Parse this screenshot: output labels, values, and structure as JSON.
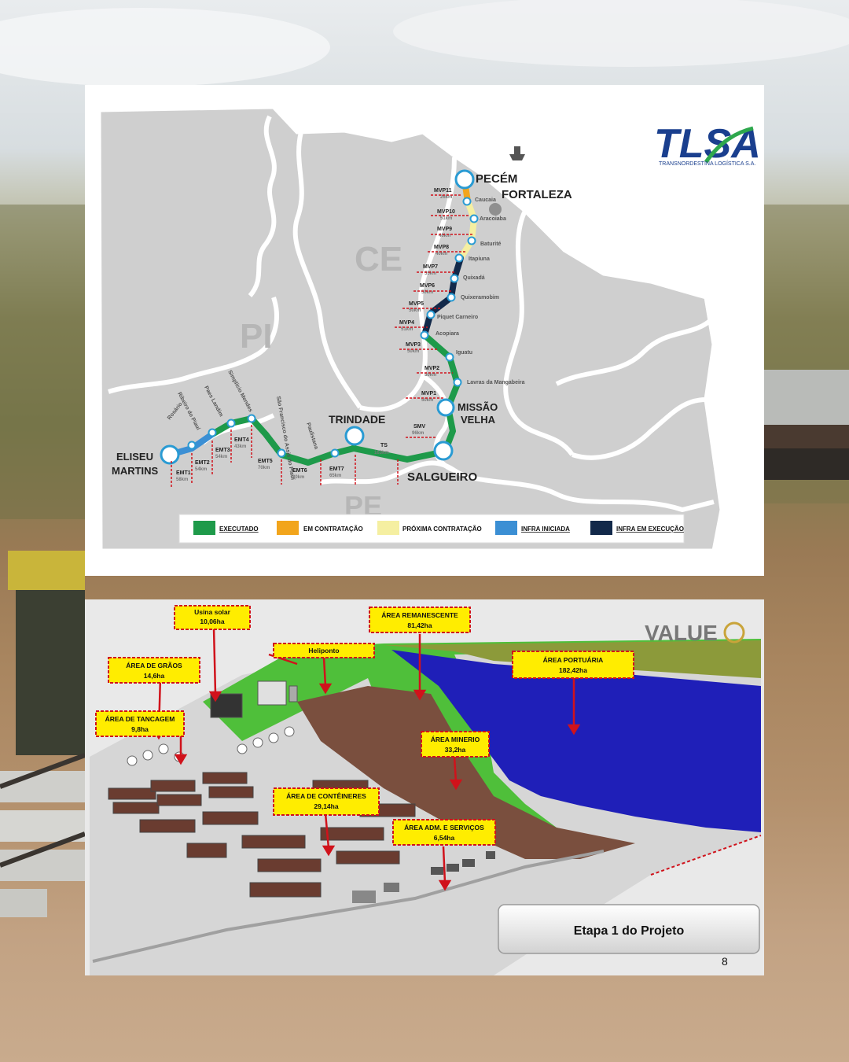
{
  "map": {
    "logo": {
      "text": "TLSA",
      "subtitle": "TRANSNORDESTINA LOGÍSTICA S.A."
    },
    "states": [
      "PI",
      "CE",
      "PE"
    ],
    "cities": {
      "pecem": "PECÉM",
      "fortaleza": "FORTALEZA",
      "trindade": "TRINDADE",
      "missao_velha_1": "MISSÃO",
      "missao_velha_2": "VELHA",
      "salgueiro": "SALGUEIRO",
      "eliseu_1": "ELISEU",
      "eliseu_2": "MARTINS"
    },
    "stations": {
      "caucaia": "Caucaia",
      "aracoiaba": "Aracoiaba",
      "baturite": "Baturité",
      "itapiuna": "Itapiuna",
      "quixada": "Quixadá",
      "quixeramobim": "Quixeramobim",
      "piquet": "Piquet Carneiro",
      "acopiara": "Acopiara",
      "iguatu": "Iguatu",
      "lavras": "Lavras da Mangabeira",
      "paulistana": "Paulistana",
      "sao_francisco": "São Francisco do Assis do Piauí",
      "simplicio": "Simplício Mendes",
      "paes_landim": "Paes Landim",
      "ribeiro": "Ribeiro do Piauí",
      "rosario": "Rosário"
    },
    "segments": [
      {
        "name": "MVP11",
        "km": "26km"
      },
      {
        "name": "MVP10",
        "km": "51km"
      },
      {
        "name": "MVP9",
        "km": "46km"
      },
      {
        "name": "MVP8",
        "km": "40km"
      },
      {
        "name": "MVP7",
        "km": "55km"
      },
      {
        "name": "MVP6",
        "km": "50km"
      },
      {
        "name": "MVP5",
        "km": "50km"
      },
      {
        "name": "MVP4",
        "km": "51km"
      },
      {
        "name": "MVP3",
        "km": "50km"
      },
      {
        "name": "MVP2",
        "km": "50km"
      },
      {
        "name": "MVP1",
        "km": "50km"
      },
      {
        "name": "SMV",
        "km": "96km"
      },
      {
        "name": "TS",
        "km": "163km"
      },
      {
        "name": "EMT7",
        "km": "65km"
      },
      {
        "name": "EMT6",
        "km": "80km"
      },
      {
        "name": "EMT5",
        "km": "70km"
      },
      {
        "name": "EMT4",
        "km": "43km"
      },
      {
        "name": "EMT3",
        "km": "54km"
      },
      {
        "name": "EMT2",
        "km": "54km"
      },
      {
        "name": "EMT1",
        "km": "58km"
      }
    ],
    "legend": [
      {
        "label": "EXECUTADO",
        "color": "#1e9a4a"
      },
      {
        "label": "EM CONTRATAÇÃO",
        "color": "#f2a51c"
      },
      {
        "label": "PRÓXIMA CONTRATAÇÃO",
        "color": "#f5efa1"
      },
      {
        "label": "INFRA INICIADA",
        "color": "#3b8fd4"
      },
      {
        "label": "INFRA EM EXECUÇÃO",
        "color": "#12294a"
      }
    ]
  },
  "port": {
    "logo": "VALUE",
    "areas": [
      {
        "name": "Usina solar",
        "size": "10,06ha"
      },
      {
        "name": "ÁREA REMANESCENTE",
        "size": "81,42ha"
      },
      {
        "name": "Heliponto",
        "size": ""
      },
      {
        "name": "ÁREA DE GRÃOS",
        "size": "14,6ha"
      },
      {
        "name": "ÁREA PORTUÁRIA",
        "size": "182,42ha"
      },
      {
        "name": "ÁREA DE TANCAGEM",
        "size": "9,8ha"
      },
      {
        "name": "ÁREA MINERIO",
        "size": "33,2ha"
      },
      {
        "name": "ÁREA DE CONTÊINERES",
        "size": "29,14ha"
      },
      {
        "name": "ÁREA ADM. E SERVIÇOS",
        "size": "6,54ha"
      }
    ],
    "stage_button": "Etapa 1 do Projeto",
    "page_number": "8"
  },
  "colors": {
    "executado": "#1e9a4a",
    "label_yellow": "#ffed00",
    "label_border": "#d0121b",
    "sea": "#1f1fb8",
    "remnant": "#4fbf3a"
  }
}
